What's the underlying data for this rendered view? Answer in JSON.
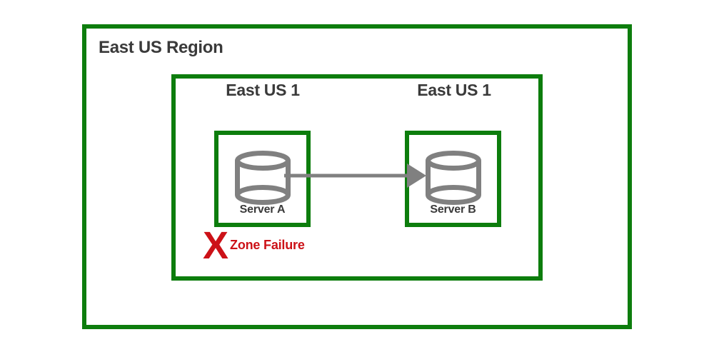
{
  "diagram": {
    "region": {
      "label": "East US Region"
    },
    "zone_container": {
      "zone_labels": [
        {
          "label": "East US 1"
        },
        {
          "label": "East US 1"
        }
      ]
    },
    "servers": [
      {
        "label": "Server A",
        "icon": "database-cylinder-icon"
      },
      {
        "label": "Server B",
        "icon": "database-cylinder-icon"
      }
    ],
    "connection": {
      "icon": "arrow-right-icon",
      "from": "Server A",
      "to": "Server B"
    },
    "failure": {
      "x_mark": "X",
      "label": "Zone Failure"
    },
    "colors": {
      "green": "#0d7d0d",
      "red": "#cc1117",
      "gray": "#808080",
      "text": "#3a3a3a"
    }
  }
}
